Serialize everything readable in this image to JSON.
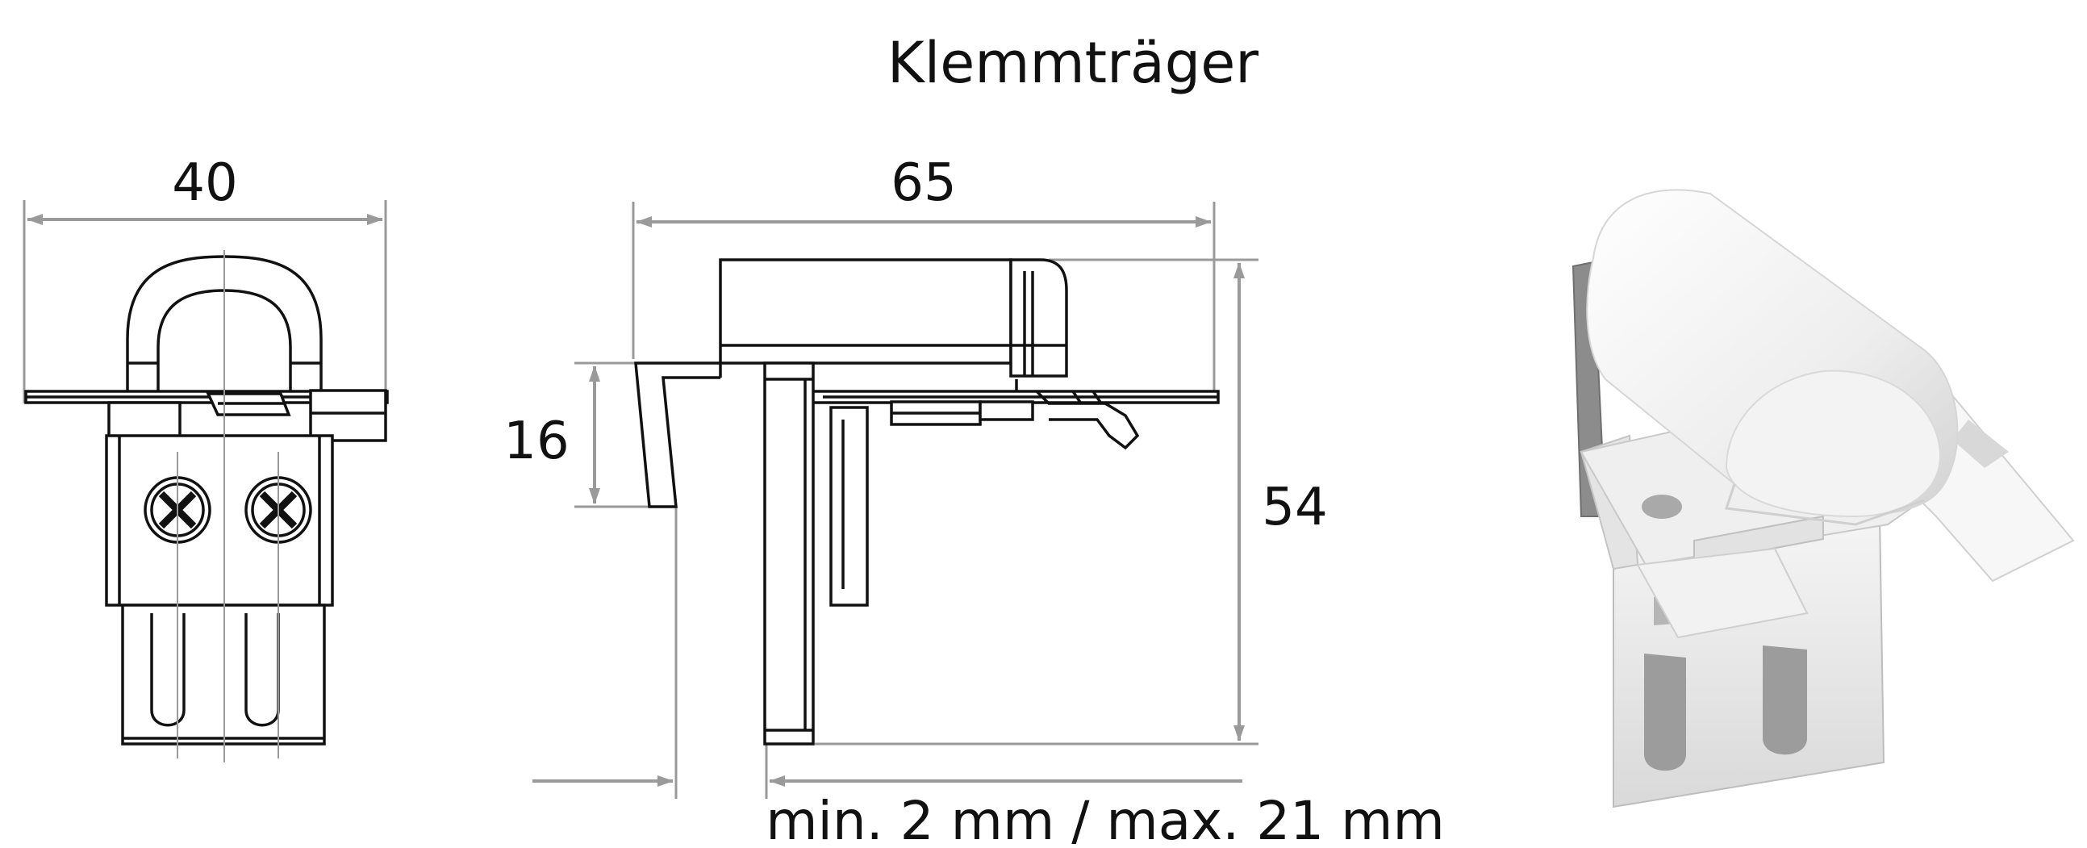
{
  "title": "Klemmträger",
  "front_view": {
    "width_label": "40"
  },
  "side_view": {
    "width_label": "65",
    "clamp_height_label": "16",
    "height_label": "54",
    "range_label": "min. 2 mm / max. 21 mm"
  },
  "colors": {
    "line": "#111111",
    "dimension": "#9a9a9a",
    "photo_body": "#f4f4f4",
    "photo_shadow": "#c9c9c9"
  }
}
